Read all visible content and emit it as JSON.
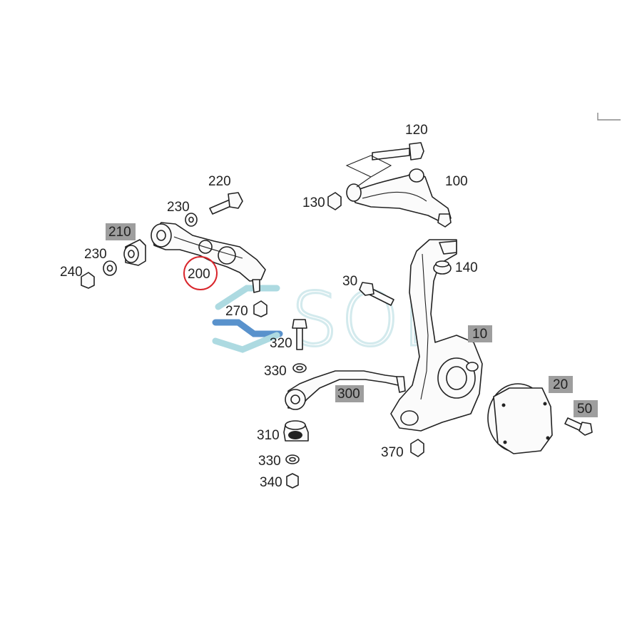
{
  "labels": {
    "l10": "10",
    "l20": "20",
    "l30": "30",
    "l50": "50",
    "l100": "100",
    "l120": "120",
    "l130": "130",
    "l140": "140",
    "l200": "200",
    "l210": "210",
    "l220": "220",
    "l230a": "230",
    "l230b": "230",
    "l240": "240",
    "l270": "270",
    "l300": "300",
    "l310": "310",
    "l320": "320",
    "l330a": "330",
    "l330b": "330",
    "l340": "340",
    "l370": "370"
  },
  "highlighted_part": "200",
  "watermark": "SOL",
  "colors": {
    "label_box": "#9e9e9e",
    "highlight_circle": "#d9262c",
    "watermark_blue": "#3d7fc4",
    "watermark_teal": "#9fd4dc"
  }
}
